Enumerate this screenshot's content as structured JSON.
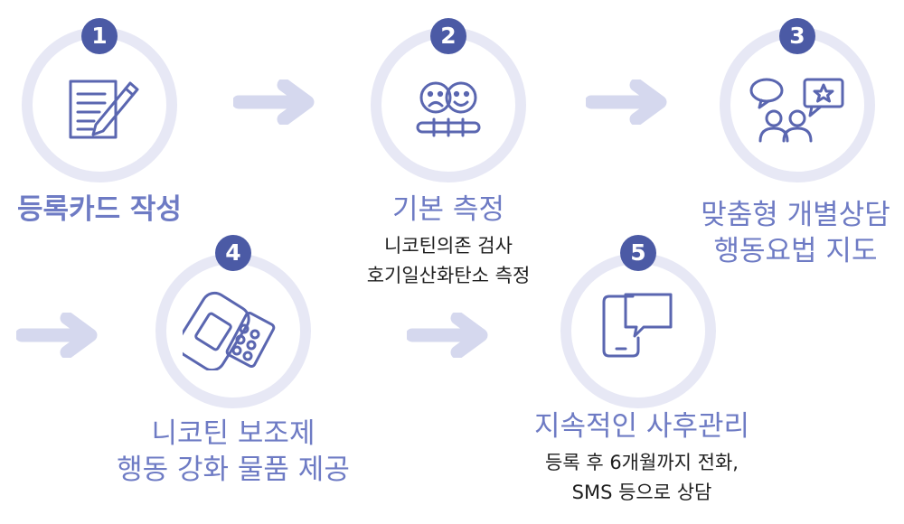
{
  "colors": {
    "accent": "#4b5aa5",
    "title": "#6e7bc4",
    "ring": "#e7e8f5",
    "arrow": "#d5d8ee",
    "icon": "#5a66b0"
  },
  "steps": [
    {
      "number": "1",
      "title": "등록카드 작성",
      "icon": "pencil-paper-icon"
    },
    {
      "number": "2",
      "title": "기본 측정",
      "desc": [
        "니코틴의존 검사",
        "호기일산화탄소 측정"
      ],
      "icon": "faces-measurement-icon"
    },
    {
      "number": "3",
      "title": [
        "맞춤형 개별상담",
        "행동요법 지도"
      ],
      "icon": "counseling-chat-icon"
    },
    {
      "number": "4",
      "title": [
        "니코틴 보조제",
        "행동 강화 물품 제공"
      ],
      "icon": "patch-and-pills-icon"
    },
    {
      "number": "5",
      "title": "지속적인 사후관리",
      "desc": [
        "등록 후 6개월까지 전화,",
        "SMS 등으로 상담"
      ],
      "icon": "phone-message-icon"
    }
  ]
}
